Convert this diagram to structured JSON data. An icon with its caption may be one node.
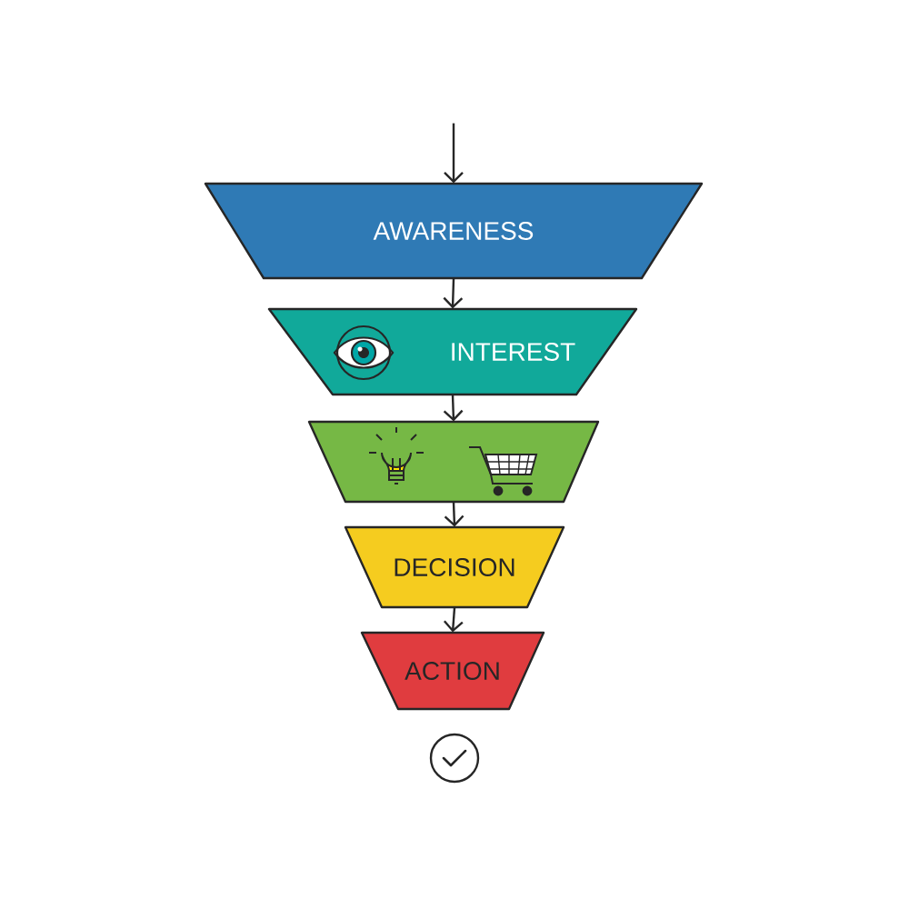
{
  "diagram": {
    "nodes": [
      {
        "text": [
          "AWARENESS"
        ]
      },
      {
        "text": [
          "INTEREST"
        ]
      },
      {
        "text": [],
        "shape": "trapezoid"
      },
      {
        "text": [
          "DECISION"
        ]
      },
      {
        "text": [
          "ACTION"
        ]
      },
      {
        "text": [],
        "shape": "circle"
      }
    ],
    "edges": [
      {
        "from": null,
        "to": 0,
        "arrow": "to"
      },
      {
        "from": 0,
        "to": 1,
        "arrow": "to"
      },
      {
        "from": 1,
        "to": 2,
        "arrow": "to"
      },
      {
        "from": 2,
        "to": 3,
        "arrow": "to"
      },
      {
        "from": 3,
        "to": 4,
        "arrow": "to"
      }
    ]
  }
}
